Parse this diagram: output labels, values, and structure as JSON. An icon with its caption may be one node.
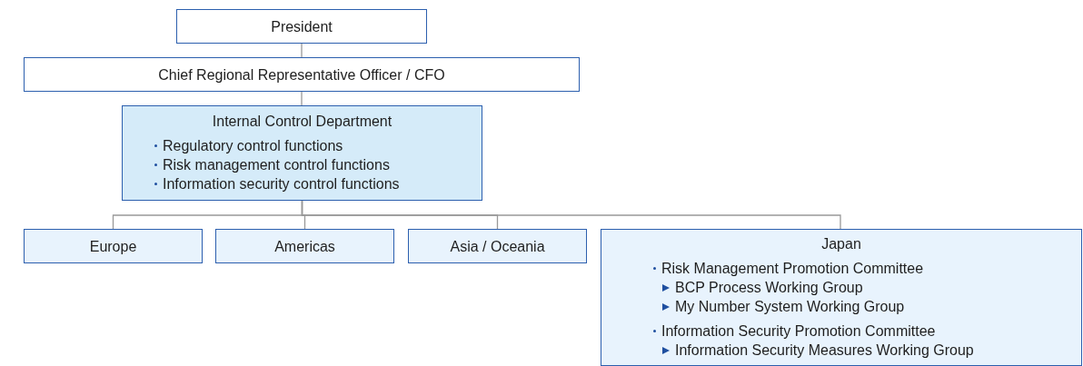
{
  "diagram": {
    "nodes": [
      {
        "text": [
          "President"
        ]
      },
      {
        "text": [
          "Chief Regional Representative Officer / CFO"
        ]
      },
      {
        "text": [
          "Internal Control Department",
          "Regulatory control functions",
          "Risk management control functions",
          "Information security control functions"
        ]
      },
      {
        "text": [
          "Europe"
        ]
      },
      {
        "text": [
          "Americas"
        ]
      },
      {
        "text": [
          "Asia / Oceania"
        ]
      },
      {
        "text": [
          "Japan",
          "Risk Management Promotion Committee",
          "BCP Process Working Group",
          "My Number System Working Group",
          "Information Security Promotion Committee",
          "Information Security Measures Working Group"
        ]
      }
    ],
    "edges": [
      {
        "from": 0,
        "to": 1,
        "arrow": "none"
      },
      {
        "from": 1,
        "to": 2,
        "arrow": "none"
      },
      {
        "from": 2,
        "to": 3,
        "arrow": "none"
      },
      {
        "from": 2,
        "to": 4,
        "arrow": "none"
      },
      {
        "from": 2,
        "to": 5,
        "arrow": "none"
      },
      {
        "from": 2,
        "to": 6,
        "arrow": "none"
      }
    ]
  }
}
